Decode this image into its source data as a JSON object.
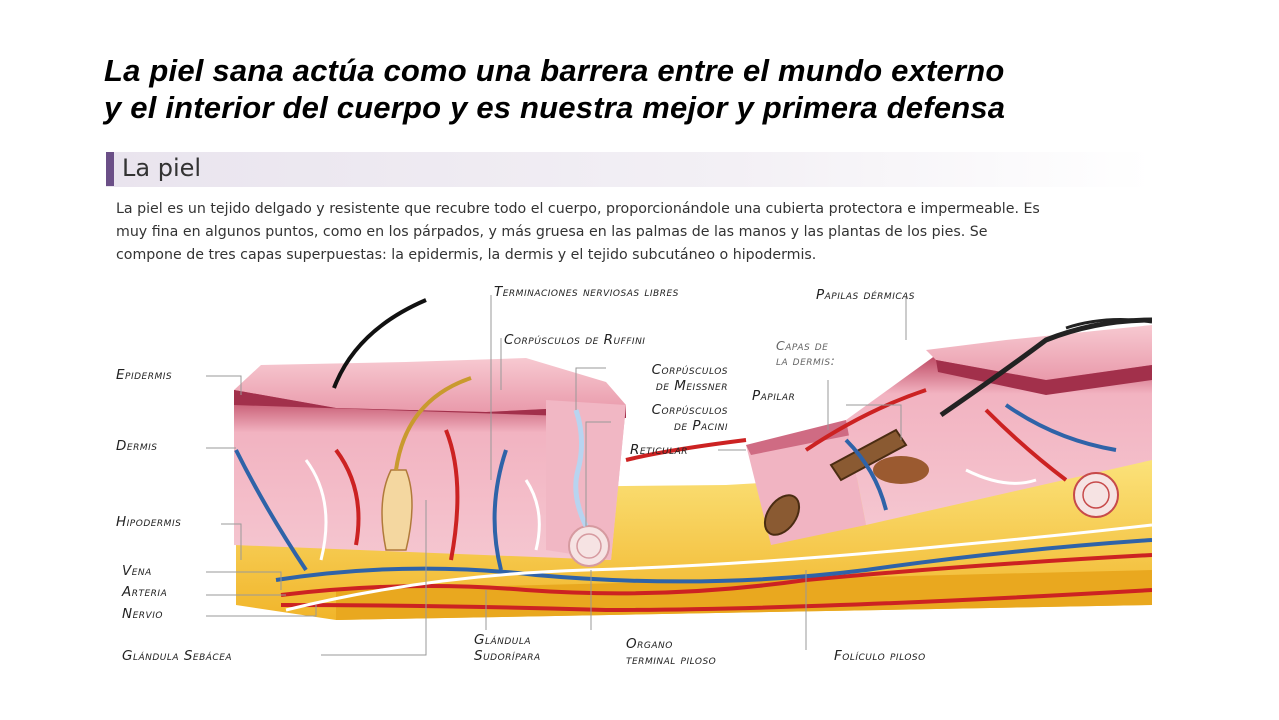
{
  "slide": {
    "title_line1": "La piel sana actúa como una barrera entre el mundo externo",
    "title_line2": "y el interior del cuerpo y es nuestra mejor y primera defensa"
  },
  "figure": {
    "heading": "La piel",
    "description": [
      "La piel es un tejido delgado y resistente que recubre todo el cuerpo, proporcionándole una cubierta protectora e impermeable. Es",
      "muy fina en algunos puntos, como en los párpados, y más gruesa en las palmas de las manos y las plantas de los pies. Se",
      "compone de tres capas superpuestas: la epidermis, la dermis y el tejido subcutáneo o hipodermis."
    ],
    "labels": {
      "epidermis": "Epidermis",
      "dermis": "Dermis",
      "hipodermis": "Hipodermis",
      "vena": "Vena",
      "arteria": "Arteria",
      "nervio": "Nervio",
      "glandula_sebacea": "Glándula Sebácea",
      "terminaciones": "Terminaciones nerviosas libres",
      "ruffini": "Corpúsculos de Ruffini",
      "meissner_1": "Corpúsculos",
      "meissner_2": "de Meissner",
      "pacini_1": "Corpúsculos",
      "pacini_2": "de Pacini",
      "reticular": "Reticular",
      "papilar": "Papilar",
      "capas_1": "Capas de",
      "capas_2": "la dermis:",
      "papilas": "Papilas dérmicas",
      "sudoripara_1": "Glándula",
      "sudoripara_2": "Sudorípara",
      "organo_1": "Organo",
      "organo_2": "terminal piloso",
      "foliculo": "Folículo piloso"
    }
  },
  "colors": {
    "accent_bar": "#6b4f87",
    "epidermis": "#f2b9c4",
    "dermis": "#e98aa0",
    "hipodermis": "#f5c842",
    "artery": "#cc2222",
    "vein": "#2f63a8",
    "nerve": "#ffffff"
  }
}
